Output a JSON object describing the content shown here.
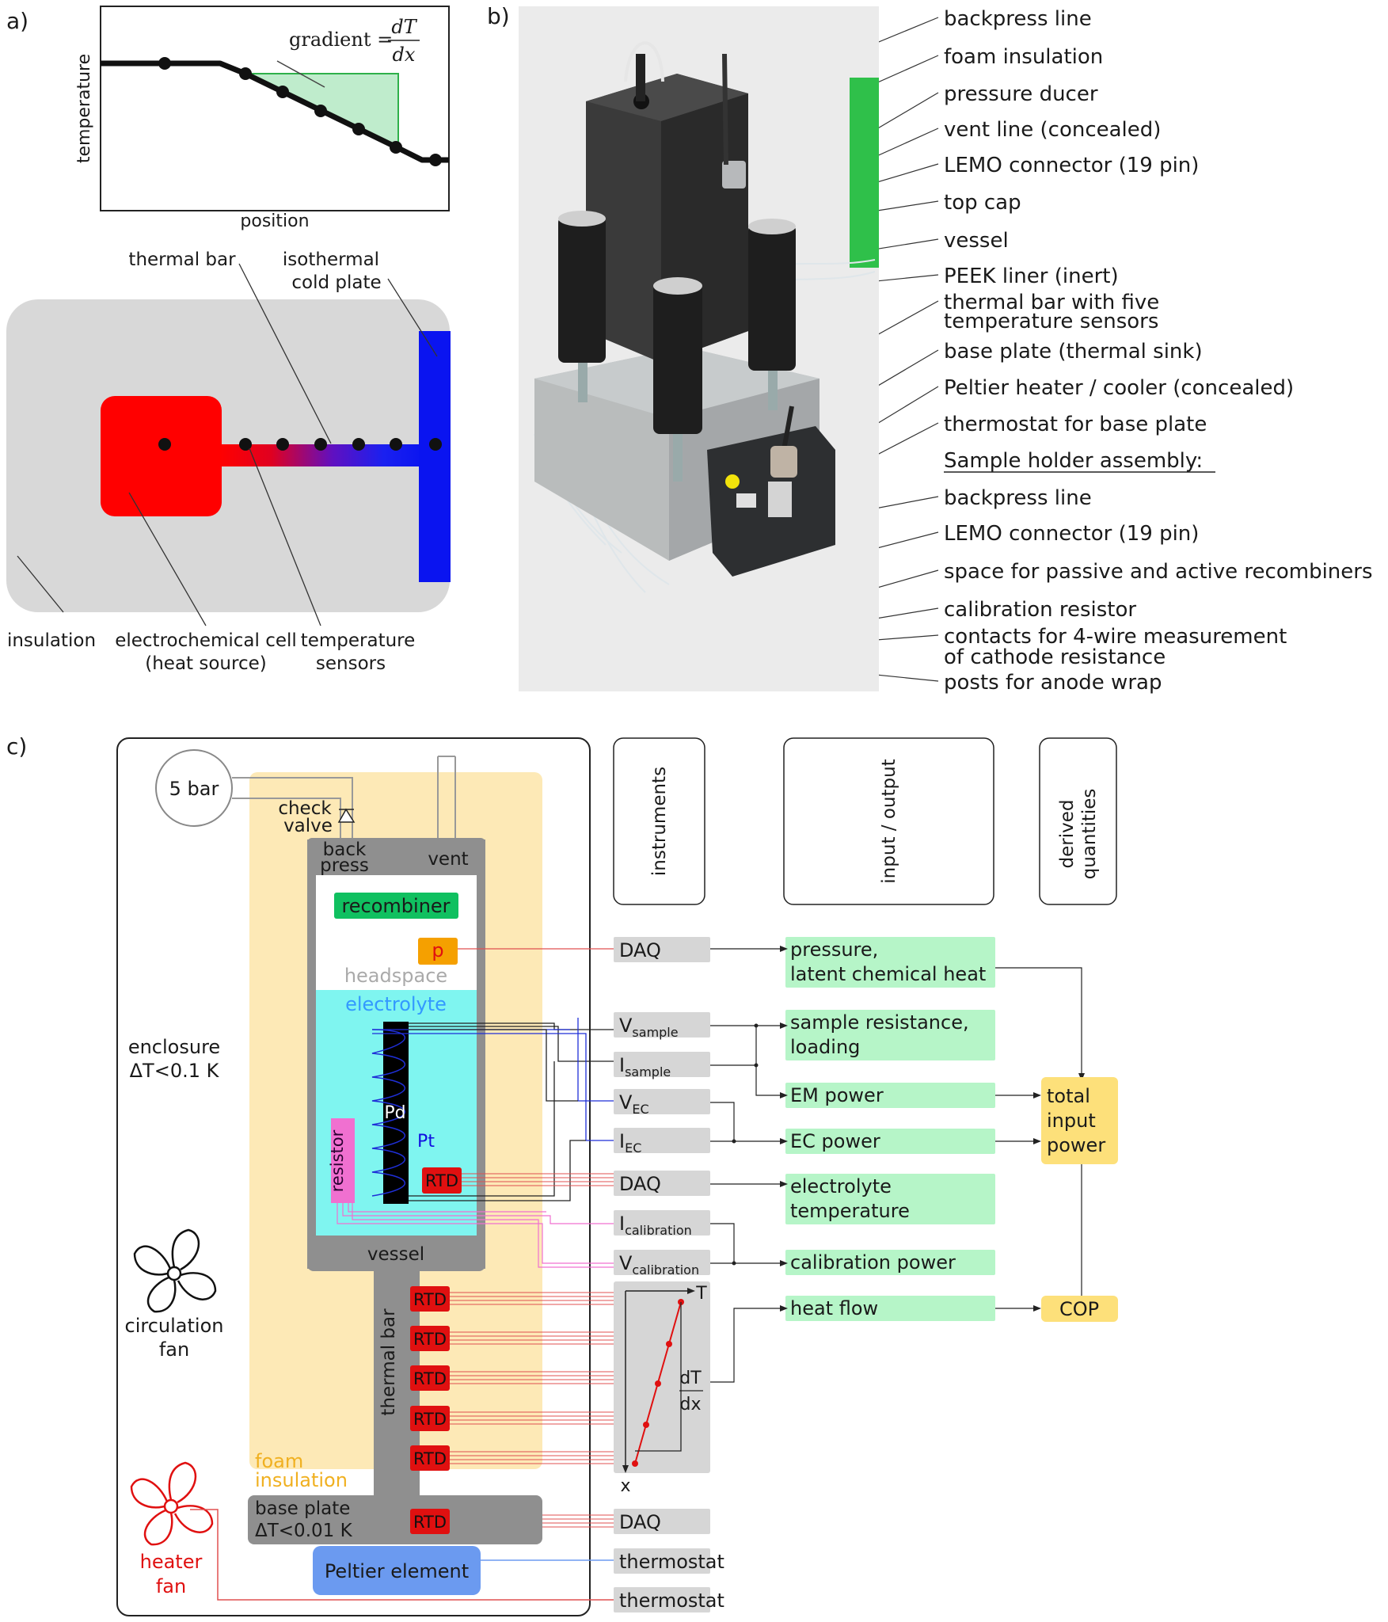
{
  "panel_a": {
    "label": "a)",
    "plot_ylabel": "temperature",
    "plot_xlabel": "position",
    "gradient_prefix": "gradient = ",
    "gradient_num": "dT",
    "gradient_den": "dx",
    "label_thermal_bar": "thermal bar",
    "label_cold_plate_1": "isothermal",
    "label_cold_plate_2": "cold plate",
    "label_insulation": "insulation",
    "label_cell_1": "electrochemical cell",
    "label_cell_2": "(heat source)",
    "label_sensors_1": "temperature",
    "label_sensors_2": "sensors"
  },
  "panel_b": {
    "label": "b)",
    "callouts": [
      "backpress line",
      "foam insulation",
      "pressure ducer",
      "vent line (concealed)",
      "LEMO connector (19 pin)",
      "top cap",
      "vessel",
      "PEEK liner (inert)",
      "thermal bar with five",
      "temperature sensors",
      "base plate (thermal sink)",
      "Peltier heater / cooler (concealed)",
      "thermostat for base plate",
      "Sample holder assembly:",
      "backpress line",
      "LEMO connector (19 pin)",
      "space for passive and active recombiners",
      "calibration resistor",
      "contacts for 4-wire measurement",
      "of cathode resistance",
      "posts for anode wrap"
    ]
  },
  "panel_c": {
    "label": "c)",
    "bottle": "5 bar",
    "check_valve_1": "check",
    "check_valve_2": "valve",
    "backpress_1": "back",
    "backpress_2": "press",
    "vent": "vent",
    "recombiner": "recombiner",
    "pressure_sensor": "p",
    "headspace": "headspace",
    "electrolyte": "electrolyte",
    "enclosure_1": "enclosure",
    "enclosure_2": "ΔT<0.1 K",
    "pd": "Pd",
    "pt": "Pt",
    "resistor": "resistor",
    "rtd": "RTD",
    "vessel": "vessel",
    "circ_fan_1": "circulation",
    "circ_fan_2": "fan",
    "thermal_bar": "thermal bar",
    "foam_1": "foam",
    "foam_2": "insulation",
    "base_plate_1": "base plate",
    "base_plate_2": "ΔT<0.01 K",
    "peltier": "Peltier element",
    "heater_fan_1": "heater",
    "heater_fan_2": "fan",
    "col_instruments": "instruments",
    "col_io": "input / output",
    "col_derived_1": "derived",
    "col_derived_2": "quantities",
    "inst_daq": "DAQ",
    "inst_v": "V",
    "inst_i": "I",
    "sub_sample": "sample",
    "sub_ec": "EC",
    "sub_cal": "calibration",
    "inst_thermostat": "thermostat",
    "grad_T": "T",
    "grad_x": "x",
    "grad_dT": "dT",
    "grad_dx": "dx",
    "io_pressure_1": "pressure,",
    "io_pressure_2": "latent chemical heat",
    "io_resistance_1": "sample resistance,",
    "io_resistance_2": "loading",
    "io_em": "EM power",
    "io_ec": "EC power",
    "io_temp_1": "electrolyte",
    "io_temp_2": "temperature",
    "io_cal": "calibration power",
    "io_heat": "heat flow",
    "der_total_1": "total",
    "der_total_2": "input",
    "der_total_3": "power",
    "der_cop": "COP"
  },
  "colors": {
    "foam": "#fde9b6",
    "vessel_gray": "#8f8f8f",
    "electrolyte": "#7ff5f0",
    "green_box": "#b6f5c8",
    "yellow_box": "#fde07a",
    "gray_box": "#d6d6d6",
    "red": "#e01010",
    "blue": "#0a14f0",
    "recombiner": "#10c060",
    "pressure_orange": "#f5a000",
    "peltier_blue": "#6b9af0",
    "resistor_pink": "#f070d0"
  }
}
